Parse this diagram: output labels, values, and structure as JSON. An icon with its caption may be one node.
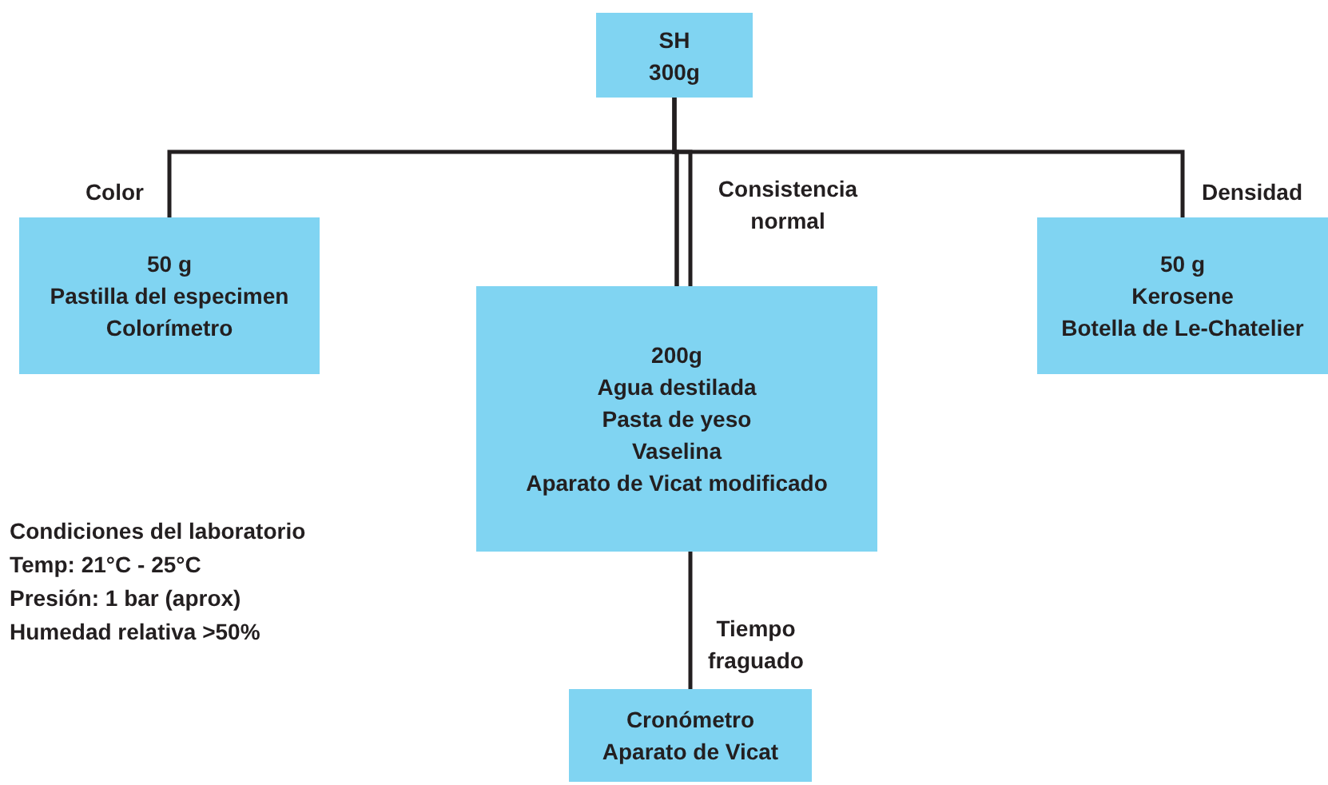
{
  "diagram": {
    "nodes": [
      {
        "text": [
          "SH",
          "300g"
        ]
      },
      {
        "text": [
          "50 g",
          "Pastilla del especimen",
          "Colorímetro"
        ]
      },
      {
        "text": [
          "200g",
          "Agua destilada",
          "Pasta de yeso",
          "Vaselina",
          "Aparato de Vicat modificado"
        ]
      },
      {
        "text": [
          "50 g",
          "Kerosene",
          "Botella de Le-Chatelier"
        ]
      },
      {
        "text": [
          "Cronómetro",
          "Aparato de Vicat"
        ]
      }
    ],
    "edges": [
      {
        "from": 0,
        "to": 1,
        "arrow": "none",
        "label": "Color"
      },
      {
        "from": 0,
        "to": 2,
        "arrow": "none",
        "label": "Consistencia normal"
      },
      {
        "from": 0,
        "to": 3,
        "arrow": "none",
        "label": "Densidad"
      },
      {
        "from": 2,
        "to": 4,
        "arrow": "none",
        "label": "Tiempo fraguado"
      }
    ],
    "labels": [
      "Condiciones del laboratorio",
      "Temp: 21°C - 25°C",
      "Presión: 1 bar (aprox)",
      "Humedad relativa >50%"
    ]
  }
}
